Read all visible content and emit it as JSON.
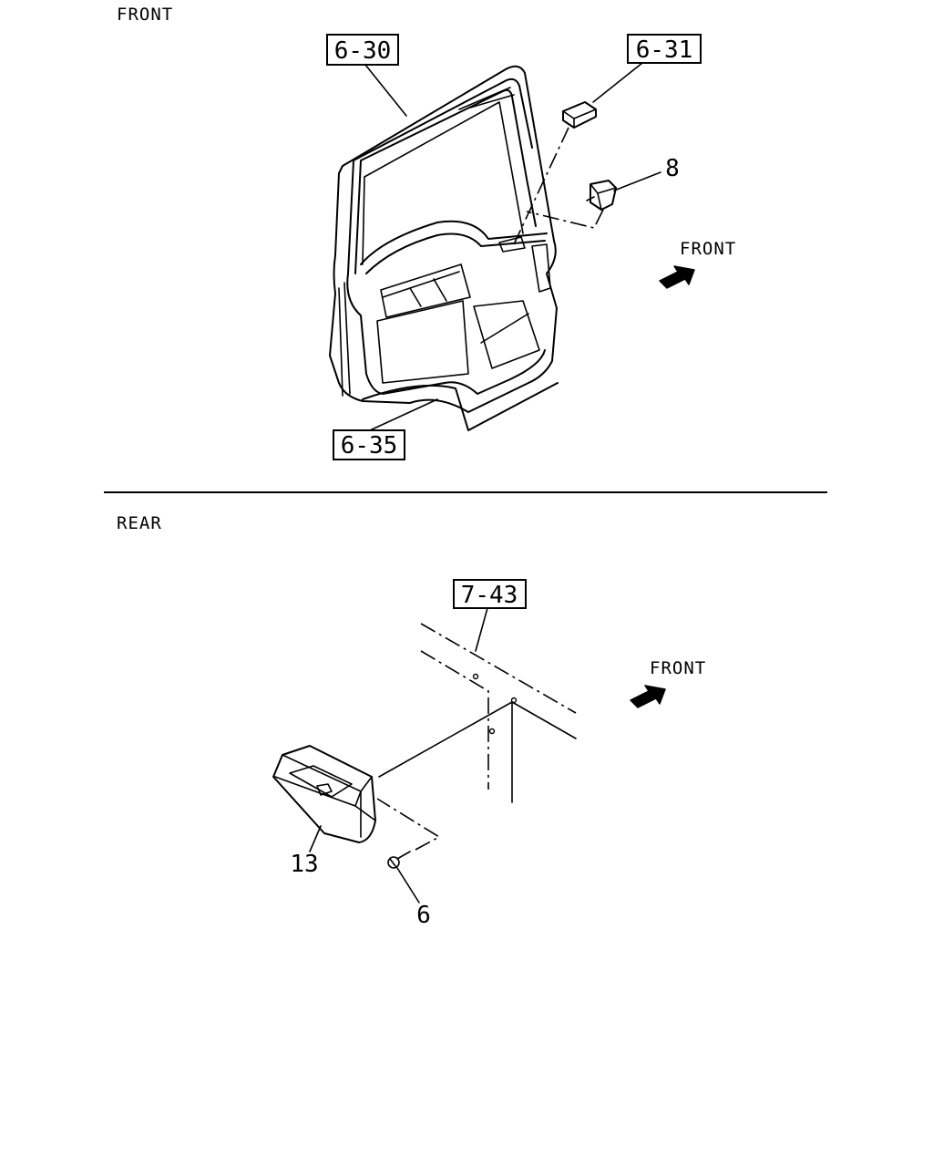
{
  "sections": {
    "front": {
      "title": "FRONT",
      "refs": [
        "6-30",
        "6-31",
        "6-35"
      ],
      "part_numbers": [
        "8"
      ],
      "direction_label": "FRONT"
    },
    "rear": {
      "title": "REAR",
      "refs": [
        "7-43"
      ],
      "part_numbers": [
        "13",
        "6"
      ],
      "direction_label": "FRONT"
    }
  },
  "icons": {
    "front_direction_arrow": "arrow-right-up-icon",
    "rear_direction_arrow": "arrow-right-up-icon"
  }
}
